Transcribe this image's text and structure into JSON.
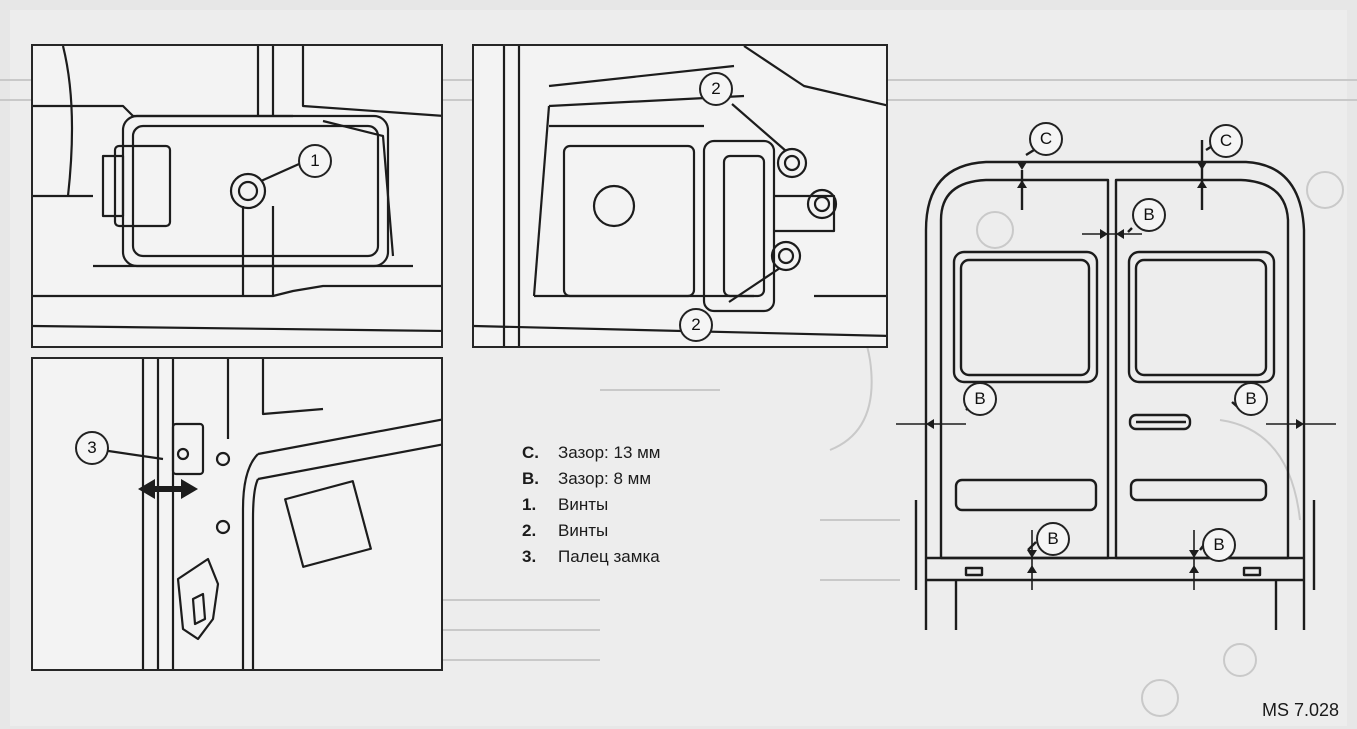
{
  "legend": {
    "items": [
      {
        "key": "C.",
        "text": "Зазор: 13 мм"
      },
      {
        "key": "B.",
        "text": "Зазор: 8 мм"
      },
      {
        "key": "1.",
        "text": "Винты"
      },
      {
        "key": "2.",
        "text": "Винты"
      },
      {
        "key": "3.",
        "text": "Палец замка"
      }
    ]
  },
  "figure_code": "MS 7.028",
  "callouts": {
    "one": "1",
    "two": "2",
    "three": "3",
    "c": "C",
    "b": "B"
  }
}
